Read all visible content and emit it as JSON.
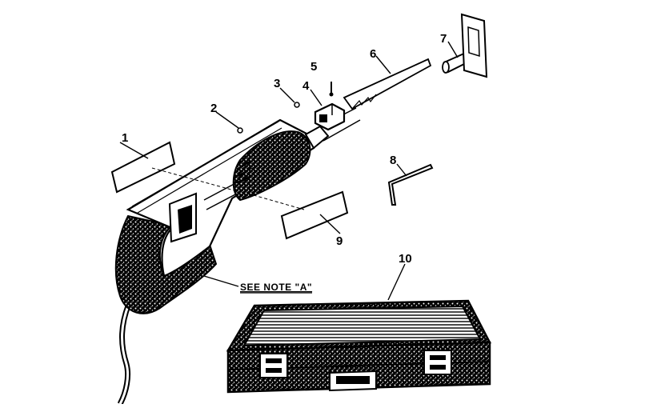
{
  "callouts": {
    "c1": "1",
    "c2": "2",
    "c3": "3",
    "c4": "4",
    "c5": "5",
    "c6": "6",
    "c7": "7",
    "c8": "8",
    "c9": "9",
    "c10": "10"
  },
  "note": "SEE NOTE \"A\""
}
